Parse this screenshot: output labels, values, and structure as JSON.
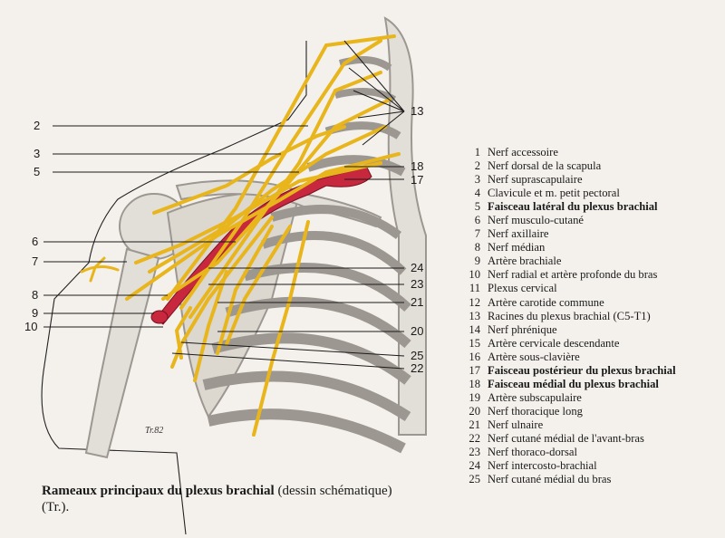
{
  "figure": {
    "signature": "Tr.82",
    "labels_left": [
      "2",
      "3",
      "5",
      "6",
      "7",
      "8",
      "9",
      "10"
    ],
    "labels_right": [
      "13",
      "18",
      "17",
      "24",
      "23",
      "21",
      "20",
      "25",
      "22"
    ]
  },
  "legend": [
    {
      "n": "1",
      "text": "Nerf accessoire",
      "bold": false
    },
    {
      "n": "2",
      "text": "Nerf dorsal de la scapula",
      "bold": false
    },
    {
      "n": "3",
      "text": "Nerf suprascapulaire",
      "bold": false
    },
    {
      "n": "4",
      "text": "Clavicule et m. petit pectoral",
      "bold": false
    },
    {
      "n": "5",
      "text": "Faisceau latéral du plexus brachial",
      "bold": true
    },
    {
      "n": "6",
      "text": "Nerf musculo-cutané",
      "bold": false
    },
    {
      "n": "7",
      "text": "Nerf axillaire",
      "bold": false
    },
    {
      "n": "8",
      "text": "Nerf médian",
      "bold": false
    },
    {
      "n": "9",
      "text": "Artère brachiale",
      "bold": false
    },
    {
      "n": "10",
      "text": "Nerf radial et artère profonde du bras",
      "bold": false
    },
    {
      "n": "11",
      "text": "Plexus cervical",
      "bold": false
    },
    {
      "n": "12",
      "text": "Artère carotide commune",
      "bold": false
    },
    {
      "n": "13",
      "text": "Racines du plexus brachial (C5-T1)",
      "bold": false
    },
    {
      "n": "14",
      "text": "Nerf phrénique",
      "bold": false
    },
    {
      "n": "15",
      "text": "Artère cervicale descendante",
      "bold": false
    },
    {
      "n": "16",
      "text": "Artère sous-clavière",
      "bold": false
    },
    {
      "n": "17",
      "text": "Faisceau postérieur du plexus brachial",
      "bold": true
    },
    {
      "n": "18",
      "text": "Faisceau médial du plexus brachial",
      "bold": true
    },
    {
      "n": "19",
      "text": "Artère subscapulaire",
      "bold": false
    },
    {
      "n": "20",
      "text": "Nerf thoracique long",
      "bold": false
    },
    {
      "n": "21",
      "text": "Nerf ulnaire",
      "bold": false
    },
    {
      "n": "22",
      "text": "Nerf cutané médial de l'avant-bras",
      "bold": false
    },
    {
      "n": "23",
      "text": "Nerf thoraco-dorsal",
      "bold": false
    },
    {
      "n": "24",
      "text": "Nerf intercosto-brachial",
      "bold": false
    },
    {
      "n": "25",
      "text": "Nerf cutané médial du bras",
      "bold": false
    }
  ],
  "caption": {
    "bold": "Rameaux principaux du plexus brachial",
    "rest": " (dessin schématique)",
    "line2": "(Tr.)."
  },
  "colors": {
    "nerve": "#e8b61c",
    "nerve_outline": "#a87a08",
    "artery": "#c8283e",
    "bone": "#e2ded8",
    "bone_shadow": "#9c9790",
    "leader": "#1a1a1a"
  }
}
